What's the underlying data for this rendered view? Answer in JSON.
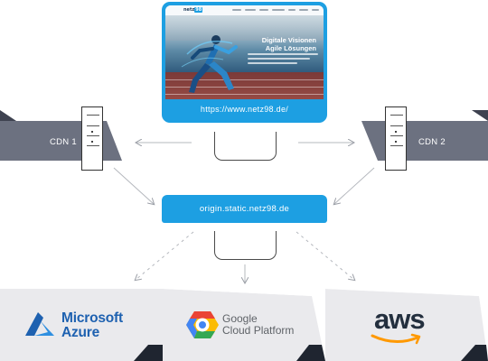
{
  "website": {
    "logo_text": "netz",
    "logo_badge": "98",
    "hero_title_line1": "Digitale Visionen",
    "hero_title_line2": "Agile Lösungen",
    "url": "https://www.netz98.de/"
  },
  "cdn_left": {
    "label": "CDN 1"
  },
  "cdn_right": {
    "label": "CDN 2"
  },
  "origin": {
    "label": "origin.static.netz98.de"
  },
  "providers": {
    "azure": {
      "line1": "Microsoft",
      "line2": "Azure",
      "icon": "azure-logo-icon"
    },
    "gcp": {
      "line1": "Google",
      "line2": "Cloud Platform",
      "icon": "google-cloud-logo-icon"
    },
    "aws": {
      "label": "aws",
      "icon": "amazon-smile-icon"
    }
  },
  "colors": {
    "accent_blue": "#1d9fe2",
    "cdn_gray": "#6c7180",
    "card_gray": "#eaeaed",
    "dark_navy": "#232f3e",
    "azure_blue": "#1e61b0",
    "aws_orange": "#f90"
  }
}
